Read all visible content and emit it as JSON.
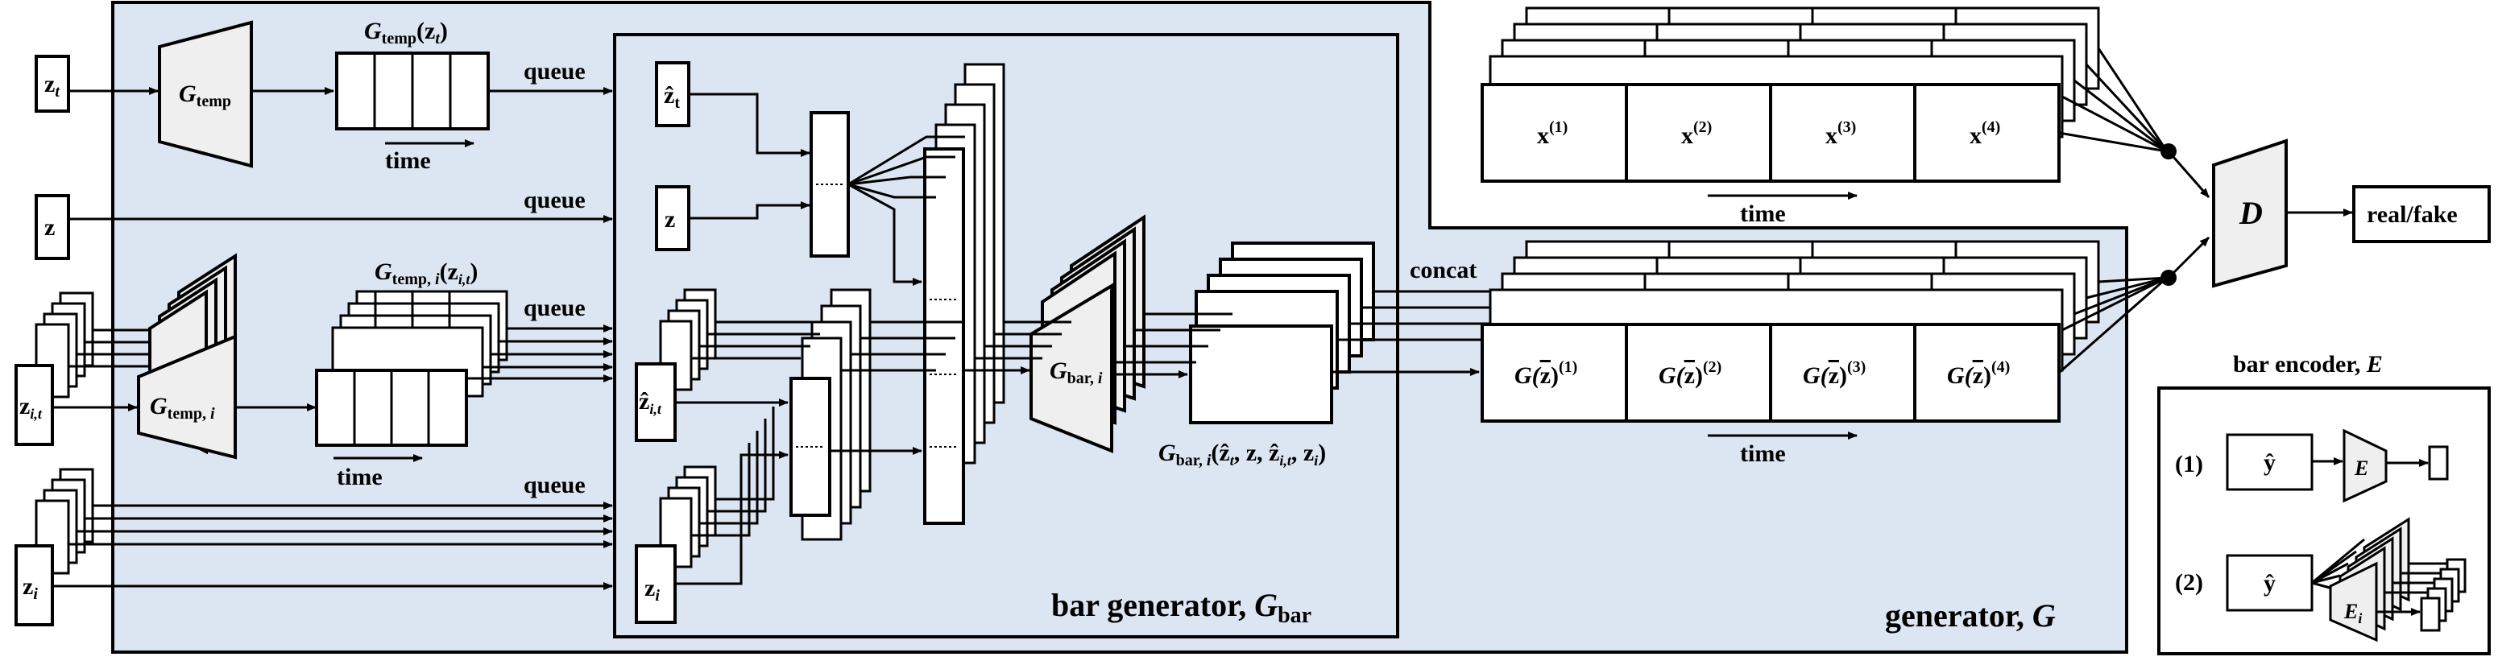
{
  "colors": {
    "panel": "#dce5f2",
    "stroke": "#000000",
    "block_fill": "#efefef",
    "box_fill": "#ffffff"
  },
  "inputs": {
    "zt": "z",
    "zt_sub": "t",
    "z": "z",
    "zit": "z",
    "zit_sub": "i,t",
    "zi": "z",
    "zi_sub": "i"
  },
  "temporal": {
    "gtemp_main": "G",
    "gtemp_sub": "temp",
    "gtemp_queue_title_main": "G",
    "gtemp_queue_title_sub": "temp",
    "gtemp_queue_title_arg_pre": "(z",
    "gtemp_queue_title_arg_sub": "t",
    "gtemp_queue_title_arg_post": ")",
    "gtempi_main": "G",
    "gtempi_sub": "temp, ",
    "gtempi_sub_i": "i",
    "gtempi_title_main": "G",
    "gtempi_title_sub": "temp, ",
    "gtempi_title_sub_i": "i",
    "gtempi_title_arg_pre": "(z",
    "gtempi_title_arg_sub": "i,t",
    "gtempi_title_arg_post": ")",
    "time": "time"
  },
  "queue_label": "queue",
  "bar_generator": {
    "zhat_t": "ẑ",
    "zhat_t_sub": "t",
    "z": "z",
    "zhat_it": "ẑ",
    "zhat_it_sub": "i,t",
    "zi": "z",
    "zi_sub": "i",
    "gbar_main": "G",
    "gbar_sub": "bar, ",
    "gbar_sub_i": "i",
    "output_caption_main": "G",
    "output_caption_sub": "bar, ",
    "output_caption_sub_i": "i",
    "output_caption_args": "(ẑ",
    "output_caption_args_t": "t",
    "output_caption_args_mid": ", z, ẑ",
    "output_caption_args_it": "i,t",
    "output_caption_args_mid2": ", z",
    "output_caption_args_i": "i",
    "output_caption_args_end": ")",
    "title_text": "bar generator, ",
    "title_main": "G",
    "title_sub": "bar"
  },
  "generator_title_text": "generator, ",
  "generator_title_var": "G",
  "concat_label": "concat",
  "real_sequence": {
    "cells": [
      "x",
      "x",
      "x",
      "x"
    ],
    "supers": [
      "(1)",
      "(2)",
      "(3)",
      "(4)"
    ],
    "time": "time"
  },
  "generated_sequence": {
    "cell_main": "G(",
    "cell_z": "z",
    "cell_close": ")",
    "supers": [
      "(1)",
      "(2)",
      "(3)",
      "(4)"
    ],
    "time": "time"
  },
  "discriminator": {
    "label": "D",
    "output": "real/fake"
  },
  "bar_encoder": {
    "title_text": "bar encoder, ",
    "title_var": "E",
    "row1_num": "(1)",
    "row1_input": "ŷ",
    "row1_enc": "E",
    "row2_num": "(2)",
    "row2_input": "ŷ",
    "row2_enc": "E",
    "row2_enc_sub": "i"
  }
}
